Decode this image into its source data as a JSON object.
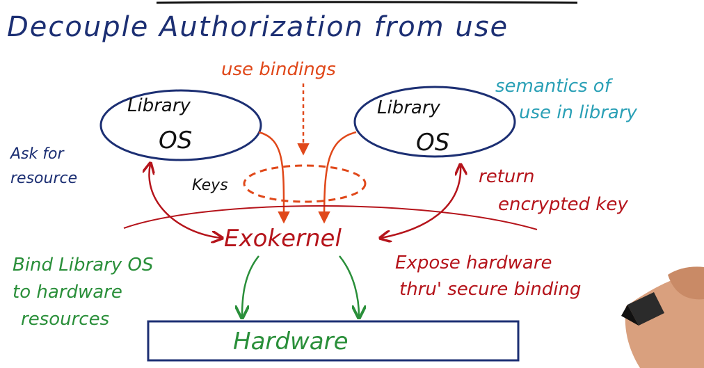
{
  "title": "Decouple Authorization from use",
  "use_bindings": "use bindings",
  "semantics": {
    "line1": "semantics of",
    "line2": "use in library"
  },
  "library_left": {
    "line1": "Library",
    "line2": "OS"
  },
  "library_right": {
    "line1": "Library",
    "line2": "OS"
  },
  "ask_for": {
    "line1": "Ask for",
    "line2": "resource"
  },
  "keys": "Keys",
  "return_key": {
    "line1": "return",
    "line2": "encrypted key"
  },
  "exokernel": "Exokernel",
  "bind_library": {
    "line1": "Bind Library OS",
    "line2": "to hardware",
    "line3": "resources"
  },
  "expose": {
    "line1": "Expose hardware",
    "line2": "thru' secure binding"
  },
  "hardware": "Hardware",
  "colors": {
    "navy": "#1c2f73",
    "orange": "#e0481a",
    "red": "#b5141b",
    "green": "#2a8f3a",
    "teal": "#2aa0b6"
  }
}
